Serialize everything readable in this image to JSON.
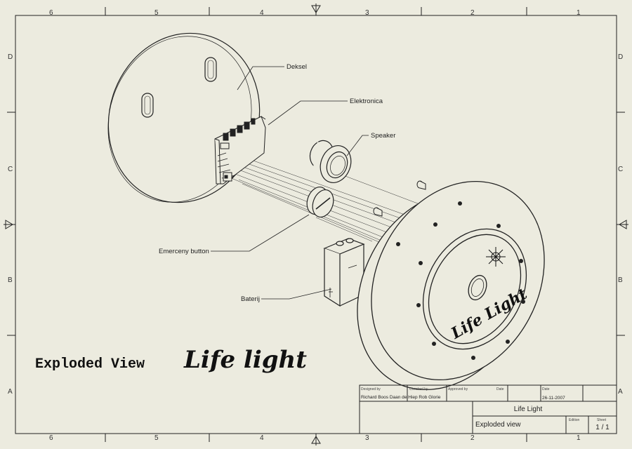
{
  "border": {
    "top_zones": [
      "6",
      "5",
      "4",
      "3",
      "2",
      "1"
    ],
    "bottom_zones": [
      "6",
      "5",
      "4",
      "3",
      "2",
      "1"
    ],
    "left_zones": [
      "D",
      "C",
      "B",
      "A"
    ],
    "right_zones": [
      "D",
      "C",
      "B",
      "A"
    ]
  },
  "callouts": {
    "deksel": "Deksel",
    "elektronica": "Elektronica",
    "speaker": "Speaker",
    "emergency_button": "Emerceny button",
    "baterij": "Baterij"
  },
  "title": {
    "prefix": "Exploded View",
    "product": "Life light"
  },
  "logo": {
    "text": "Life Light"
  },
  "title_block": {
    "designed_by_label": "Designed by",
    "designed_by_value": "Richard Boos Daan de Hiep Rob Glorie",
    "checked_by_label": "Checked by",
    "approved_by_label": "Approved by",
    "date_label_1": "Date",
    "date_label_2": "Date",
    "date_value": "26-11-2007",
    "title": "Life Light",
    "subtitle": "Exploded view",
    "edition_label": "Edition",
    "sheet_label": "Sheet",
    "sheet_value": "1 / 1"
  }
}
